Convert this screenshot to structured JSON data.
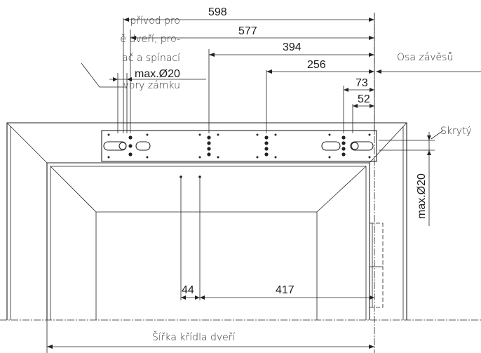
{
  "dimensions": {
    "d598": "598",
    "d577": "577",
    "d394": "394",
    "d256": "256",
    "d73": "73",
    "d52": "52",
    "d44": "44",
    "d417": "417",
    "max_d20_top": "max.Ø20",
    "max_d20_side": "max.Ø20"
  },
  "labels": {
    "note_line1": "přívod pro",
    "note_line2": "ě dveří, pro-",
    "note_line3": "ač a spínací",
    "note_line4": "vory zámku",
    "hinge_axis": "Osa závěsů",
    "hidden": "Skrytý",
    "door_width": "Šířka křídla dveří"
  }
}
